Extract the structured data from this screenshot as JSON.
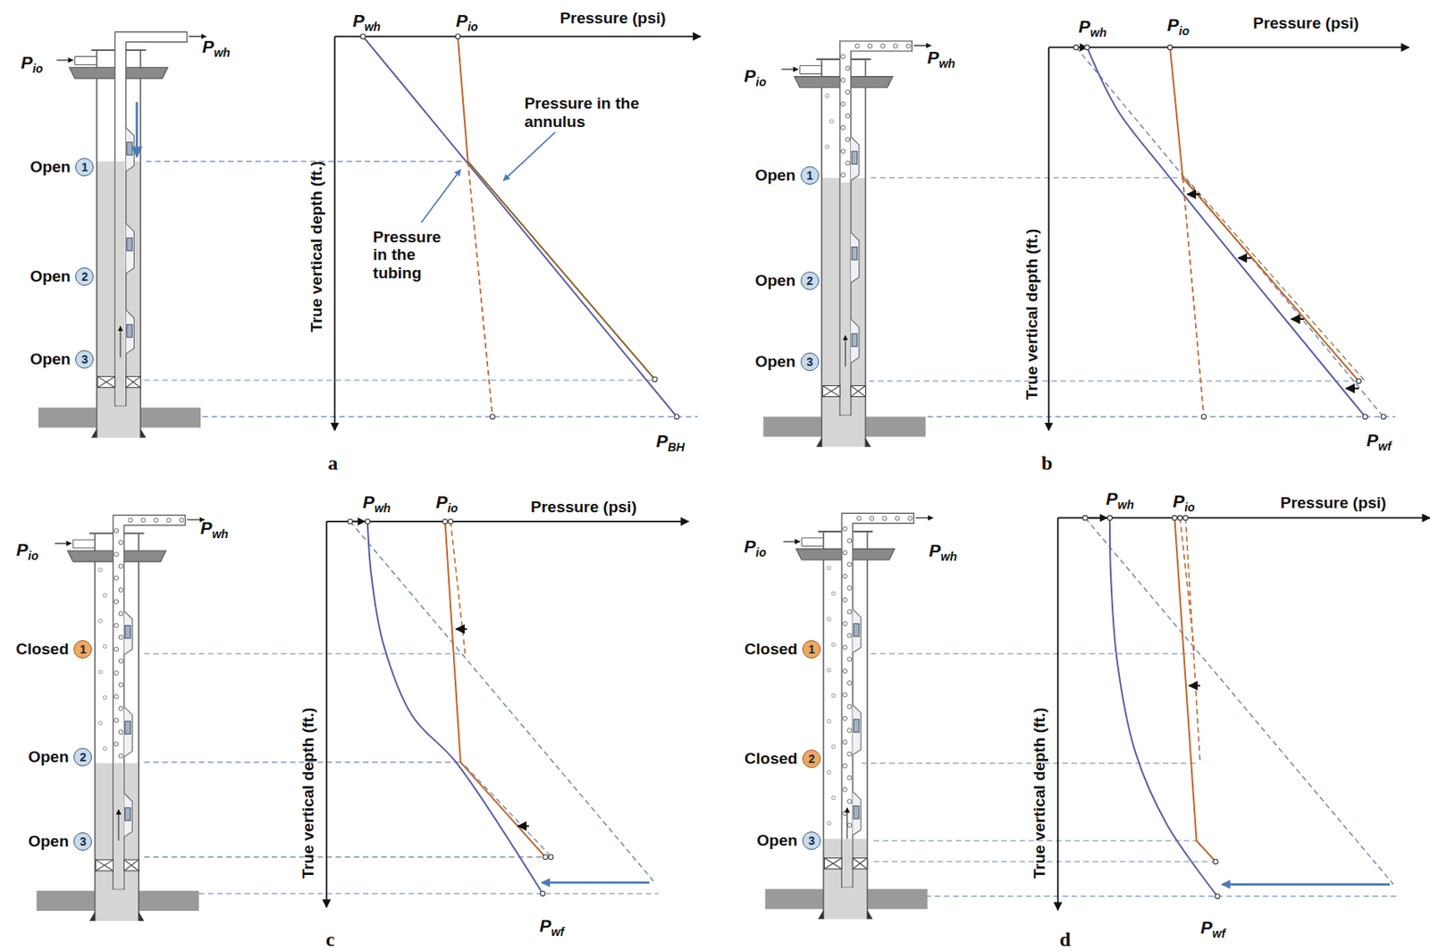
{
  "diagram": {
    "nodes": [
      {
        "text": [
          "Open",
          "1"
        ]
      },
      {
        "text": [
          "Open",
          "2"
        ]
      },
      {
        "text": [
          "Open",
          "3"
        ]
      },
      {
        "text": [
          "Open",
          "1"
        ]
      },
      {
        "text": [
          "Open",
          "2"
        ]
      },
      {
        "text": [
          "Open",
          "3"
        ]
      },
      {
        "text": [
          "Closed",
          "1"
        ]
      },
      {
        "text": [
          "Open",
          "2"
        ]
      },
      {
        "text": [
          "Open",
          "3"
        ]
      },
      {
        "text": [
          "Closed",
          "1"
        ]
      },
      {
        "text": [
          "Closed",
          "2"
        ]
      },
      {
        "text": [
          "Open",
          "3"
        ]
      }
    ],
    "labels": [
      "Pio",
      "Pwh",
      "Pwh",
      "Pio",
      "Pressure (psi)",
      "Pressure in the annulus",
      "True vertical depth (ft.)",
      "Pressure in the tubing",
      "PBH",
      "a",
      "Pwh",
      "Pio",
      "Pressure (psi)",
      "Pio",
      "Pwh",
      "True vertical depth (ft.)",
      "Pwf",
      "b",
      "Pwh",
      "Pio",
      "Pwh",
      "Pio",
      "Pressure (psi)",
      "True vertical depth (ft.)",
      "Pwf",
      "c",
      "Pwh",
      "Pio",
      "Pwh",
      "Pio",
      "Pressure (psi)",
      "True vertical depth (ft.)",
      "Pwf",
      "d"
    ]
  }
}
